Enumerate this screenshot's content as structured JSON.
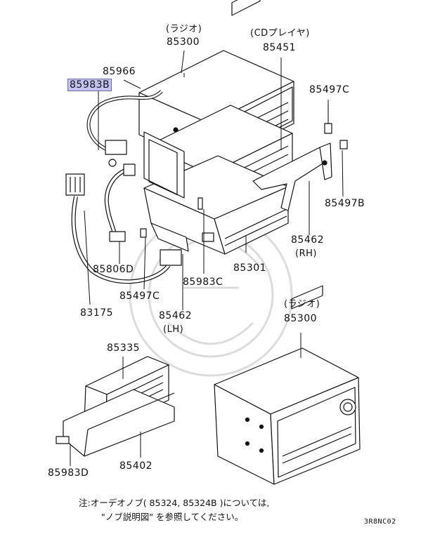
{
  "labels": {
    "radio_top_sub": "(ラジオ)",
    "radio_top_num": "85300",
    "cd_sub": "(CDプレイヤ)",
    "cd_num": "85451",
    "p85966": "85966",
    "p85983B": "85983B",
    "p85497C_right": "85497C",
    "p85497B": "85497B",
    "p85462_rh": "85462",
    "rh_sub": "(RH)",
    "p85301": "85301",
    "p85983C": "85983C",
    "p85806D": "85806D",
    "p85497C_left": "85497C",
    "p85462_lh": "85462",
    "lh_sub": "(LH)",
    "p83175": "83175",
    "radio_bottom_sub": "(ラジオ)",
    "radio_bottom_num": "85300",
    "p85335": "85335",
    "p85402": "85402",
    "p85983D": "85983D"
  },
  "note": {
    "line1": "注:オーデオノブ( 85324, 85324B )については,",
    "line2": "\"ノブ説明図\" を参照してください。"
  },
  "diagram_code": "3R8NC02",
  "colors": {
    "highlight": "#c4c2ee",
    "ink": "#111111",
    "watermark": "#dcdcdc"
  }
}
